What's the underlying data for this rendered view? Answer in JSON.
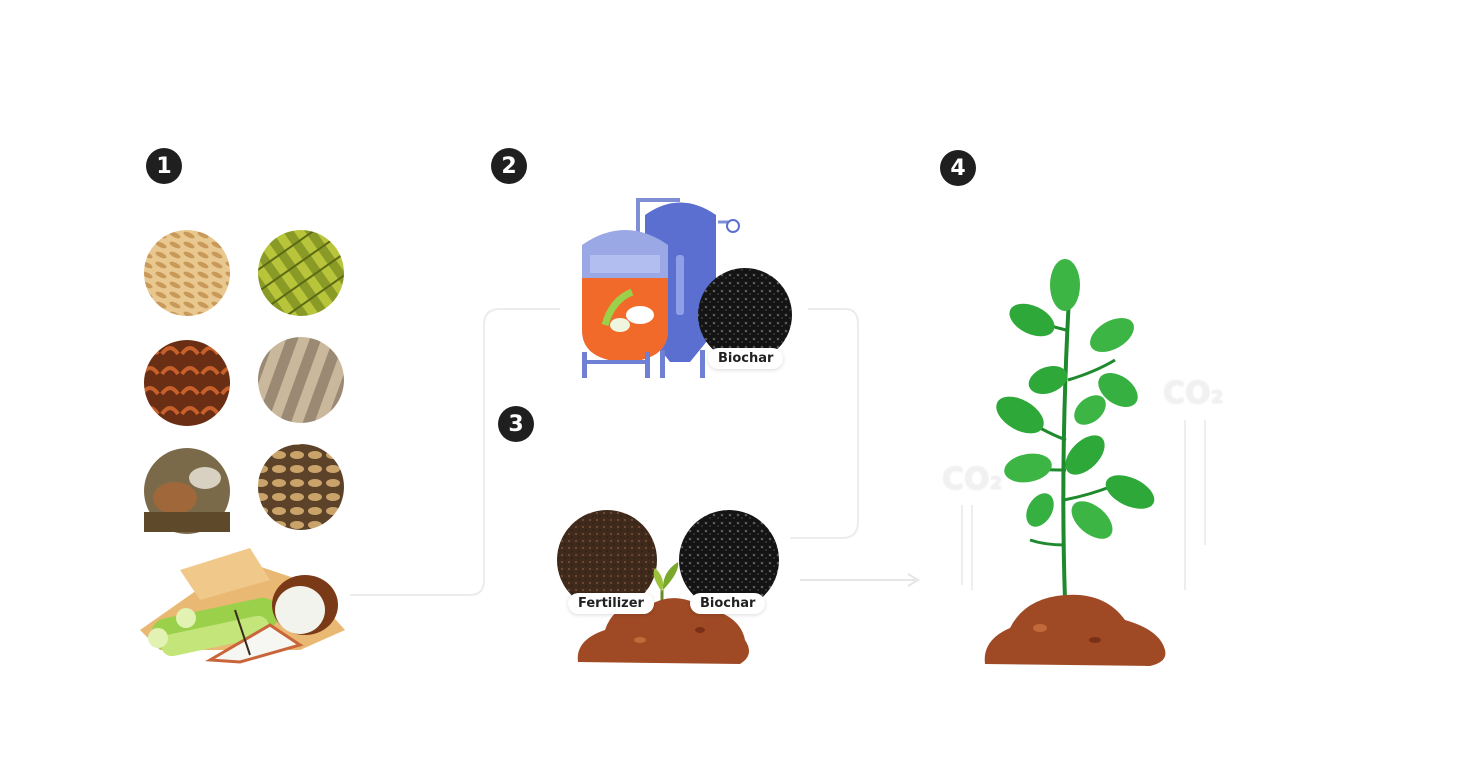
{
  "steps": [
    "1",
    "2",
    "3",
    "4"
  ],
  "labels": {
    "reactor_output": "Biochar",
    "mix_left": "Fertilizer",
    "mix_right": "Biochar",
    "co2_left": "CO₂",
    "co2_right": "CO₂"
  },
  "colors": {
    "badge": "#1f1f1f",
    "reactor_body": "#7f8fd6",
    "reactor_fill": "#f26a2a",
    "tank": "#5b6fd0",
    "biochar": "#1a1a1a",
    "fertilizer": "#4a3222",
    "soil": "#a04a25",
    "leaf": "#2fa83a",
    "stem": "#1e8a2d"
  },
  "feedstock_icons": [
    "rice-husk-icon",
    "bamboo-icon",
    "coconut-shell-icon",
    "wood-log-icon",
    "cattle-manure-icon",
    "peanut-shell-icon"
  ]
}
